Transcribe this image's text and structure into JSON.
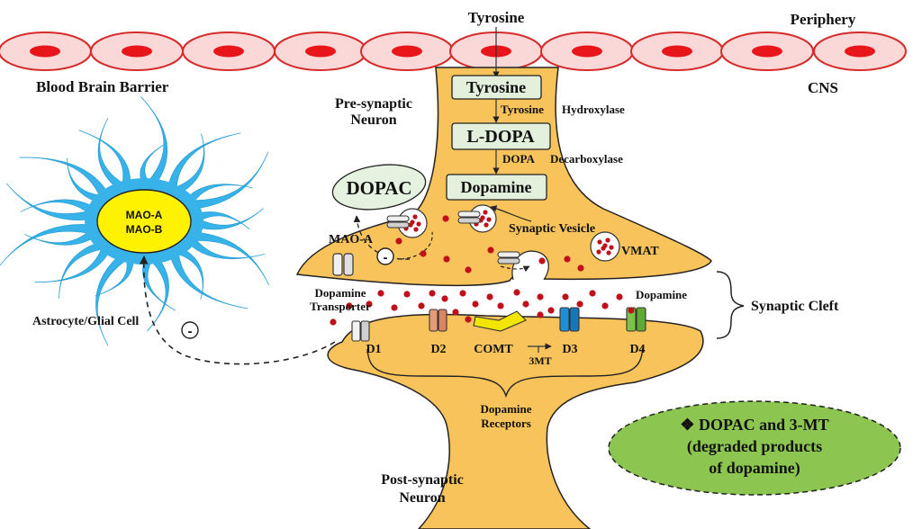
{
  "labels": {
    "tyrosine_top": "Tyrosine",
    "periphery": "Periphery",
    "bbb": "Blood Brain Barrier",
    "cns": "CNS",
    "presynaptic_1": "Pre-synaptic",
    "presynaptic_2": "Neuron",
    "box_tyrosine": "Tyrosine",
    "box_ldopa": "L-DOPA",
    "box_dopamine": "Dopamine",
    "enzyme1_a": "Tyrosine",
    "enzyme1_b": "Hydroxylase",
    "enzyme2_a": "DOPA",
    "enzyme2_b": "Decarboxylase",
    "dopac": "DOPAC",
    "mao_a_neuron": "MAO-A",
    "minus1": "-",
    "minus2": "-",
    "synaptic_vesicle": "Synaptic Vesicle",
    "vmat": "VMAT",
    "astro_mao_a": "MAO-A",
    "astro_mao_b": "MAO-B",
    "astrocyte": "Astrocyte/Glial Cell",
    "transporter_1": "Dopamine",
    "transporter_2": "Transporter",
    "dopamine_cleft": "Dopamine",
    "synaptic_cleft": "Synaptic Cleft",
    "d1": "D1",
    "d2": "D2",
    "comt": "COMT",
    "d3": "D3",
    "d4": "D4",
    "three_mt": "3MT",
    "receptors_1": "Dopamine",
    "receptors_2": "Receptors",
    "postsynaptic_1": "Post-synaptic",
    "postsynaptic_2": "Neuron",
    "legend_1": "❖ DOPAC and 3-MT",
    "legend_2": "(degraded products",
    "legend_3": "of dopamine)"
  },
  "colors": {
    "neuron_fill": "#f7c35a",
    "cell_fill": "#fbd8d8",
    "cell_border": "#d62b2b",
    "nucleus": "#e8151b",
    "astrocyte": "#37b3ea",
    "astro_nucleus": "#fff200",
    "dopac_fill": "#e4f2df",
    "box_fill": "#e3f0dc",
    "legend_fill": "#8cc650",
    "dot": "#c0101a",
    "d2": "#e69a78",
    "d3": "#1f8ed6",
    "d4": "#7cc24a",
    "comt": "#f2e600"
  }
}
